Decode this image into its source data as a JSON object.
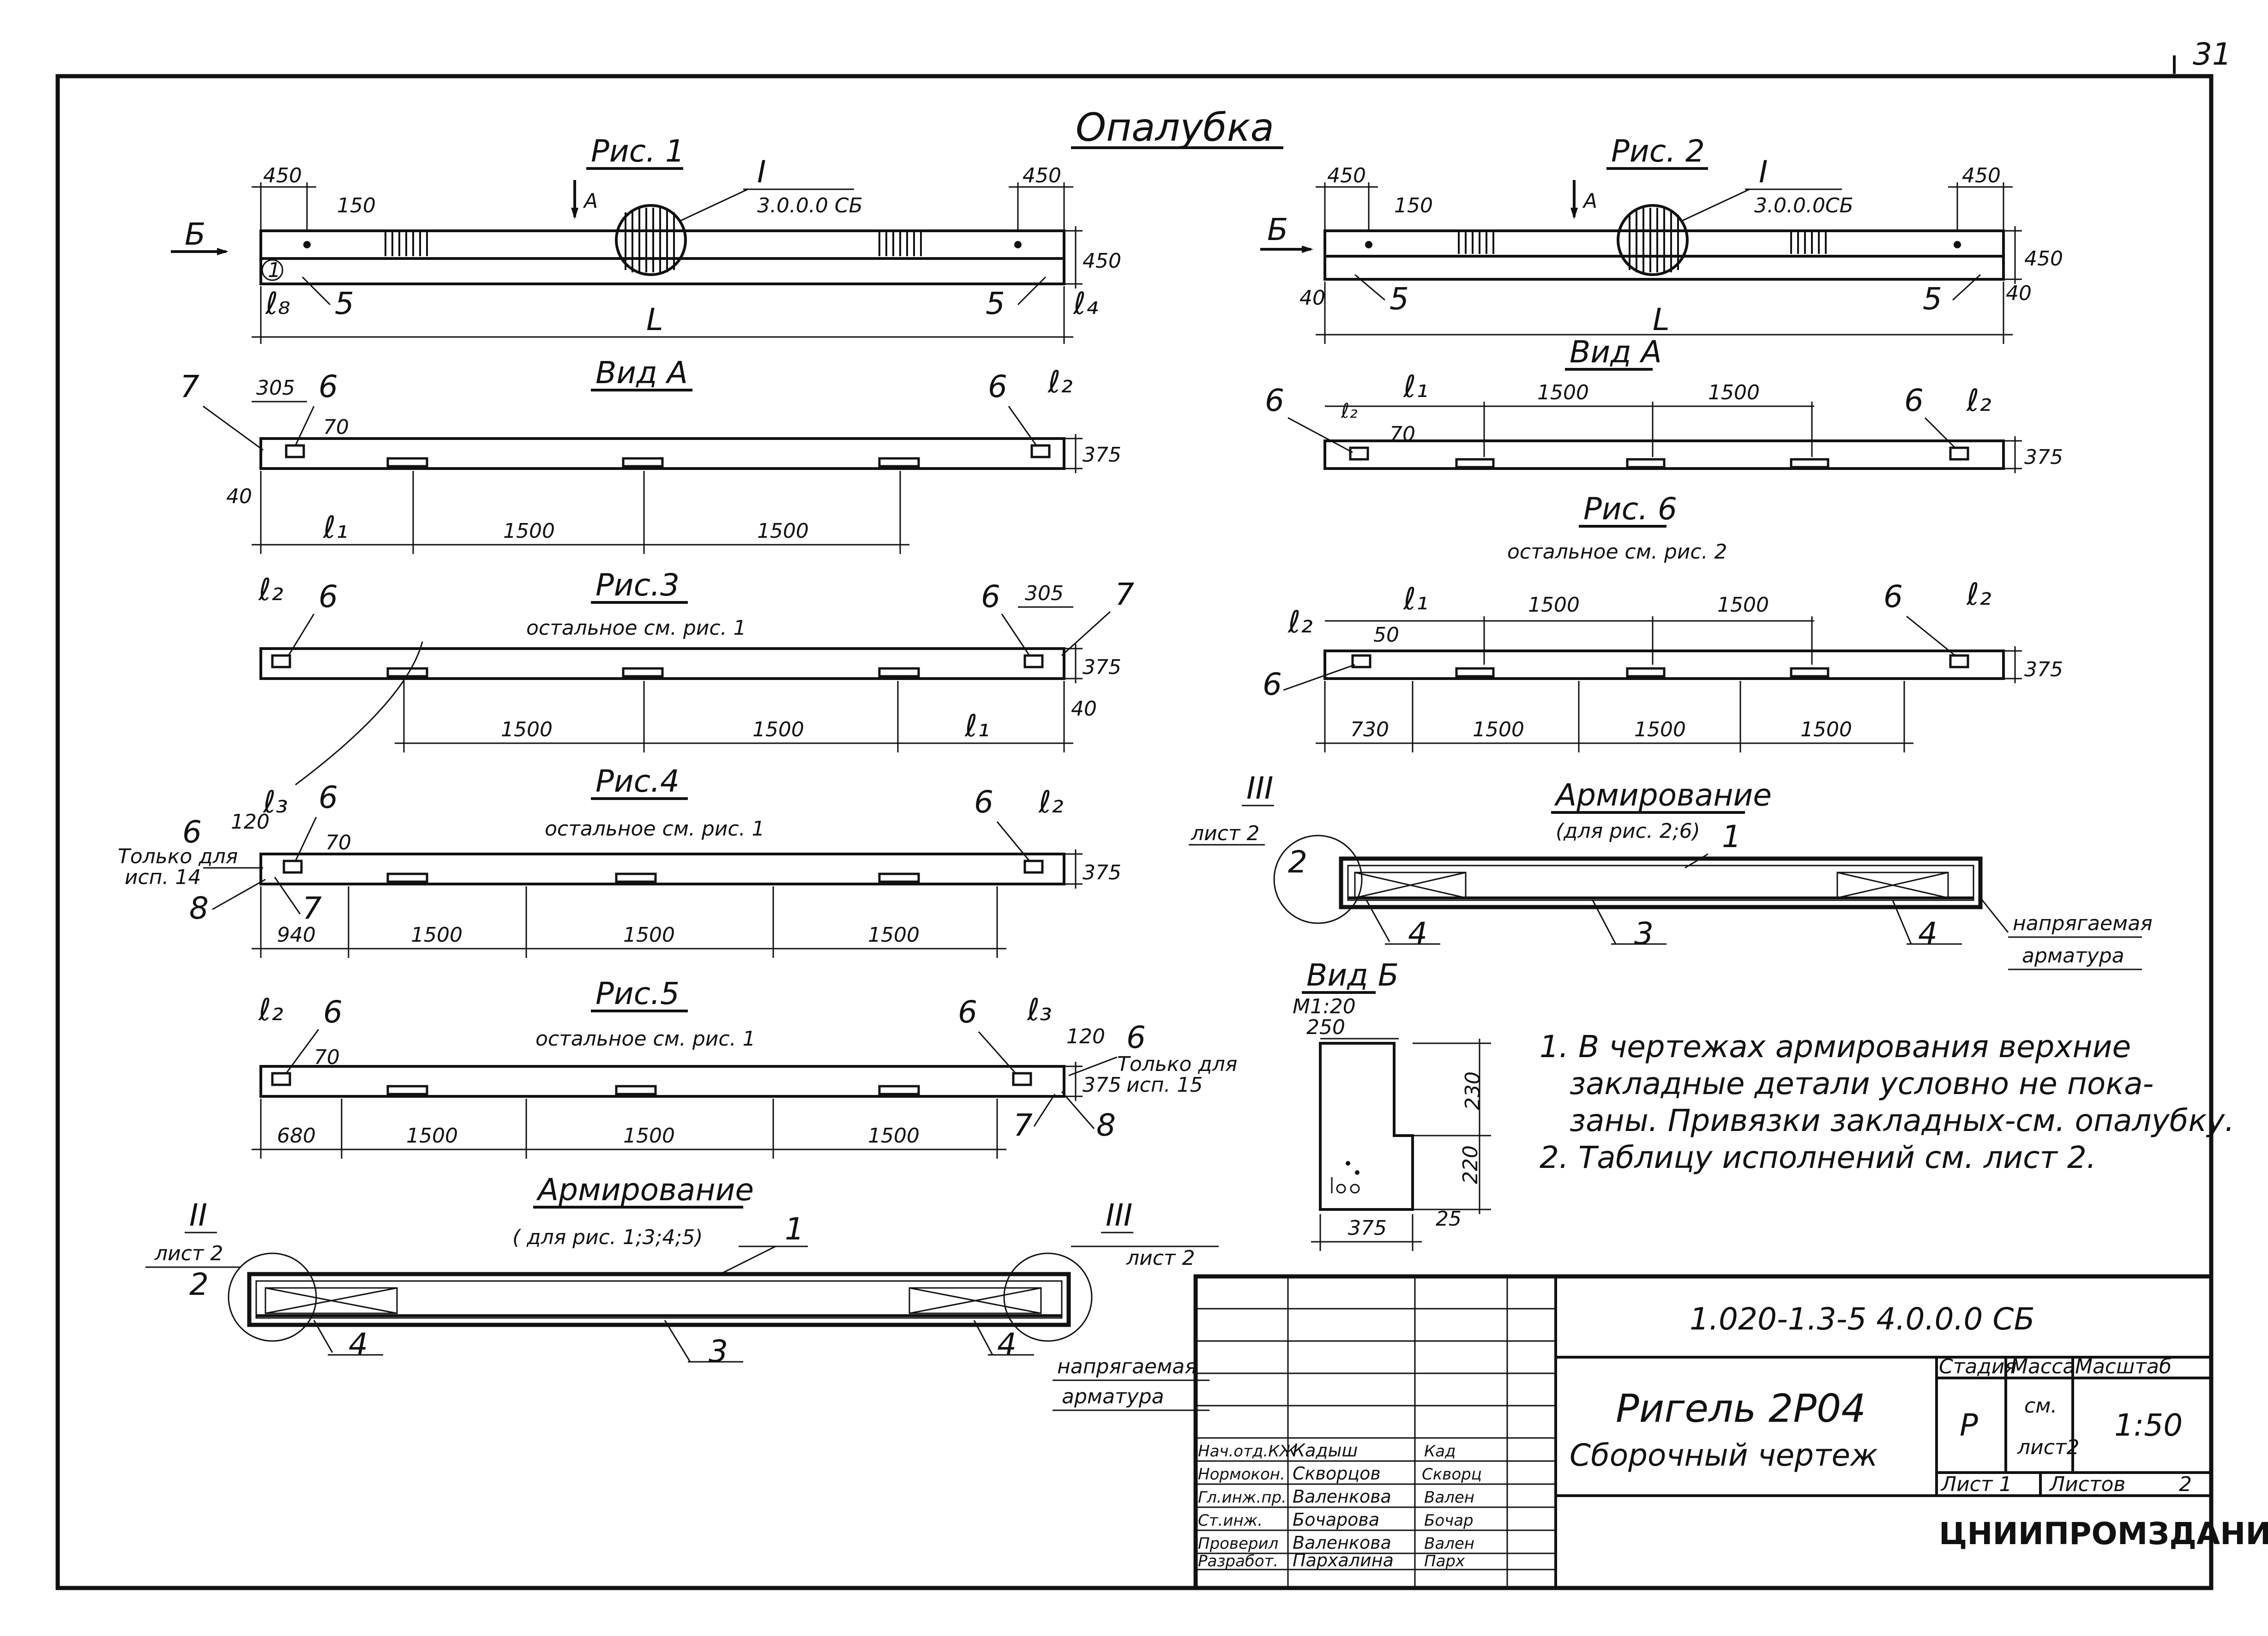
{
  "page_number": "31",
  "formwork_title": "Опалубка",
  "figures": {
    "fig1": {
      "title": "Рис. 1",
      "callout_num": "I",
      "callout_ref": "3.0.0.0 СБ",
      "section_a": "А",
      "view_b": "Б",
      "dim_left": "450",
      "dim_right": "450",
      "dim_150": "150",
      "dim_height": "450",
      "marker_1": "1",
      "pos_5_left": "5",
      "pos_5_right": "5",
      "dim_l8": "ℓ₈",
      "dim_l4": "ℓ₄",
      "dim_total": "L"
    },
    "fig2": {
      "title": "Рис. 2",
      "callout_num": "I",
      "callout_ref": "3.0.0.0СБ",
      "section_a": "А",
      "view_b": "Б",
      "dim_left": "450",
      "dim_right": "450",
      "dim_150": "150",
      "dim_height": "450",
      "dim_40_left": "40",
      "dim_40_right": "40",
      "pos_5_left": "5",
      "pos_5_right": "5",
      "dim_total": "L"
    },
    "view_a_left": {
      "title": "Вид А",
      "pos_7": "7",
      "dim_305": "305",
      "pos_6_left": "6",
      "pos_6_right": "6",
      "dim_70": "70",
      "dim_l2": "ℓ₂",
      "dim_375": "375",
      "dim_40": "40",
      "dim_l1": "ℓ₁",
      "dim_1500_a": "1500",
      "dim_1500_b": "1500"
    },
    "view_a_right": {
      "title": "Вид А",
      "dim_l1": "ℓ₁",
      "dim_1500_a": "1500",
      "dim_1500_b": "1500",
      "pos_6_left": "6",
      "pos_6_right": "6",
      "dim_l2_left": "ℓ₂",
      "dim_l2_right": "ℓ₂",
      "dim_70": "70",
      "dim_375": "375"
    },
    "fig3": {
      "title": "Рис.3",
      "note": "остальное см. рис. 1",
      "dim_l2": "ℓ₂",
      "pos_6_left": "6",
      "pos_6_right": "6",
      "dim_305": "305",
      "pos_7": "7",
      "dim_375": "375",
      "dim_40": "40",
      "dim_1500_a": "1500",
      "dim_1500_b": "1500",
      "dim_l1": "ℓ₁"
    },
    "fig6": {
      "title": "Рис. 6",
      "note": "остальное см. рис. 2",
      "dim_l2_left": "ℓ₂",
      "dim_l1": "ℓ₁",
      "dim_1500_a": "1500",
      "dim_1500_b": "1500",
      "pos_6_right": "6",
      "dim_l2_right": "ℓ₂",
      "dim_50": "50",
      "pos_6_left": "6",
      "dim_375": "375",
      "dim_730": "730",
      "dim_1500_c": "1500",
      "dim_1500_d": "1500",
      "dim_1500_e": "1500"
    },
    "fig4": {
      "title": "Рис.4",
      "note": "остальное см. рис. 1",
      "dim_120": "120",
      "dim_l3": "ℓ₃",
      "pos_6_a": "6",
      "pos_6_b": "6",
      "pos_6_right": "6",
      "dim_l2": "ℓ₂",
      "only_for": "Только для",
      "isp": "исп. 14",
      "dim_70": "70",
      "dim_375": "375",
      "pos_8": "8",
      "pos_7": "7",
      "dim_940": "940",
      "dim_1500_a": "1500",
      "dim_1500_b": "1500",
      "dim_1500_c": "1500"
    },
    "fig5": {
      "title": "Рис.5",
      "note": "остальное см. рис. 1",
      "dim_l2": "ℓ₂",
      "pos_6_left": "6",
      "pos_6_mid": "6",
      "dim_l3": "ℓ₃",
      "dim_120": "120",
      "pos_6_right": "6",
      "only_for": "Только для",
      "isp": "исп. 15",
      "dim_70": "70",
      "dim_375": "375",
      "pos_7": "7",
      "pos_8": "8",
      "dim_680": "680",
      "dim_1500_a": "1500",
      "dim_1500_b": "1500",
      "dim_1500_c": "1500"
    },
    "reinf_right": {
      "title": "Армирование",
      "subtitle": "(для рис. 2;6)",
      "node": "III",
      "sheet_ref": "лист 2",
      "pos_2": "2",
      "pos_1": "1",
      "pos_4_left": "4",
      "pos_3": "3",
      "pos_4_right": "4",
      "tension_1": "напрягаемая",
      "tension_2": "арматура"
    },
    "view_b": {
      "title": "Вид Б",
      "scale": "М1:20",
      "dim_250": "250",
      "dim_230": "230",
      "dim_220": "220",
      "dim_25": "25",
      "dim_375": "375"
    },
    "reinf_left": {
      "title": "Армирование",
      "subtitle": "( для рис. 1;3;4;5)",
      "node_left": "II",
      "sheet_left": "лист 2",
      "pos_2": "2",
      "pos_1": "1",
      "node_right": "III",
      "sheet_right": "лист 2",
      "pos_4_left": "4",
      "pos_3": "3",
      "pos_4_right": "4",
      "tension_1": "напрягаемая",
      "tension_2": "арматура"
    }
  },
  "notes": [
    "1. В чертежах армирования верхние",
    "закладные детали условно не пока-",
    "заны. Привязки закладных-см. опалубку.",
    "2. Таблицу исполнений см. лист 2."
  ],
  "title_block": {
    "doc_code": "1.020-1.3-5 4.0.0.0 СБ",
    "title_line1": "Ригель 2Р04",
    "title_line2": "Сборочный чертеж",
    "stage_hdr": "Стадия",
    "mass_hdr": "Масса",
    "scale_hdr": "Масштаб",
    "stage": "Р",
    "mass_1": "см.",
    "mass_2": "лист2",
    "scale": "1:50",
    "sheet": "Лист 1",
    "sheets_label": "Листов",
    "sheets_count": "2",
    "org": "ЦНИИПРОМЗДАНИЙ",
    "staff": [
      {
        "role": "Нач.отд.КЖ",
        "name": "Кадыш",
        "sign": "Кад"
      },
      {
        "role": "Нормокон.",
        "name": "Скворцов",
        "sign": "Скворц"
      },
      {
        "role": "Гл.инж.пр.",
        "name": "Валенкова",
        "sign": "Вален"
      },
      {
        "role": "Ст.инж.",
        "name": "Бочарова",
        "sign": "Бочар"
      },
      {
        "role": "Проверил",
        "name": "Валенкова",
        "sign": "Вален"
      },
      {
        "role": "Разработ.",
        "name": "Пархалина",
        "sign": "Парх"
      }
    ]
  }
}
